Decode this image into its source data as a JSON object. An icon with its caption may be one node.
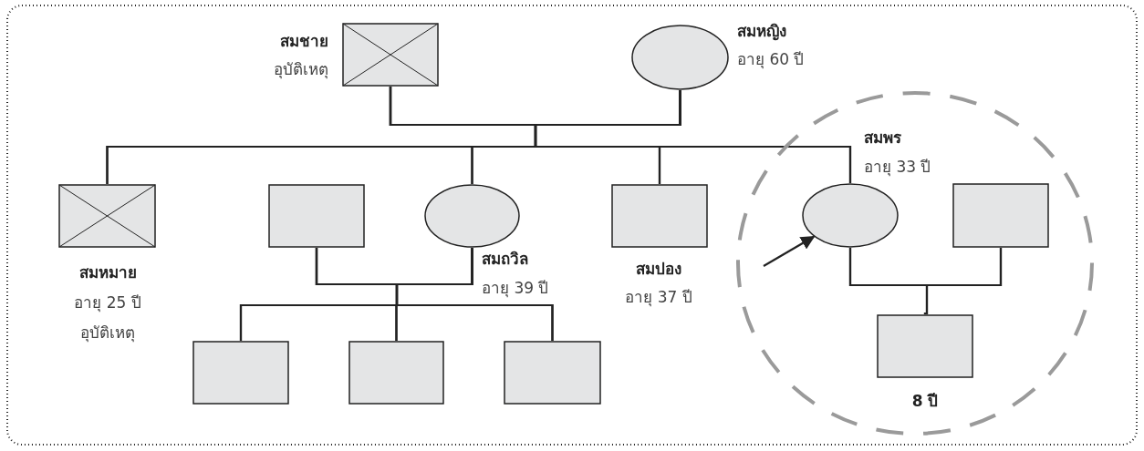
{
  "diagram": {
    "nodes": [
      {
        "text": [
          "สมชาย",
          "อุบัติเหตุ"
        ]
      },
      {
        "text": [
          "สมหญิง",
          "อายุ 60 ปี"
        ]
      },
      {
        "text": [
          "สมหมาย",
          "อายุ 25 ปี",
          "อุบัติเหตุ"
        ]
      },
      {
        "text": [],
        "shape": "box"
      },
      {
        "text": [
          "สมถวิล",
          "อายุ 39 ปี"
        ]
      },
      {
        "text": [
          "สมปอง",
          "อายุ 37 ปี"
        ]
      },
      {
        "text": [],
        "shape": "circle"
      },
      {
        "text": [
          "สมพร",
          "อายุ 33 ปี"
        ],
        "in": 6
      },
      {
        "text": [],
        "shape": "box",
        "in": 6
      },
      {
        "text": [
          "8 ปี"
        ],
        "in": 6
      },
      {
        "text": [],
        "shape": "box"
      },
      {
        "text": [],
        "shape": "box"
      },
      {
        "text": [],
        "shape": "box"
      }
    ],
    "edges": [
      {
        "from": 0,
        "to": 1,
        "arrow": "none"
      },
      {
        "from": 0,
        "to": 2,
        "arrow": "none"
      },
      {
        "from": 1,
        "to": 2,
        "arrow": "none"
      },
      {
        "from": 0,
        "to": 4,
        "arrow": "none"
      },
      {
        "from": 1,
        "to": 4,
        "arrow": "none"
      },
      {
        "from": 0,
        "to": 5,
        "arrow": "none"
      },
      {
        "from": 1,
        "to": 5,
        "arrow": "none"
      },
      {
        "from": 0,
        "to": 7,
        "arrow": "none"
      },
      {
        "from": 1,
        "to": 7,
        "arrow": "none"
      },
      {
        "from": 3,
        "to": 4,
        "arrow": "none"
      },
      {
        "from": 3,
        "to": 10,
        "arrow": "none"
      },
      {
        "from": 4,
        "to": 10,
        "arrow": "none"
      },
      {
        "from": 3,
        "to": 11,
        "arrow": "none"
      },
      {
        "from": 4,
        "to": 11,
        "arrow": "none"
      },
      {
        "from": 3,
        "to": 12,
        "arrow": "none"
      },
      {
        "from": 4,
        "to": 12,
        "arrow": "none"
      },
      {
        "from": 7,
        "to": 8,
        "arrow": "none"
      },
      {
        "from": 7,
        "to": 9,
        "arrow": "none"
      },
      {
        "from": 8,
        "to": 9,
        "arrow": "none"
      },
      {
        "from": null,
        "to": 7,
        "arrow": "to"
      }
    ]
  }
}
